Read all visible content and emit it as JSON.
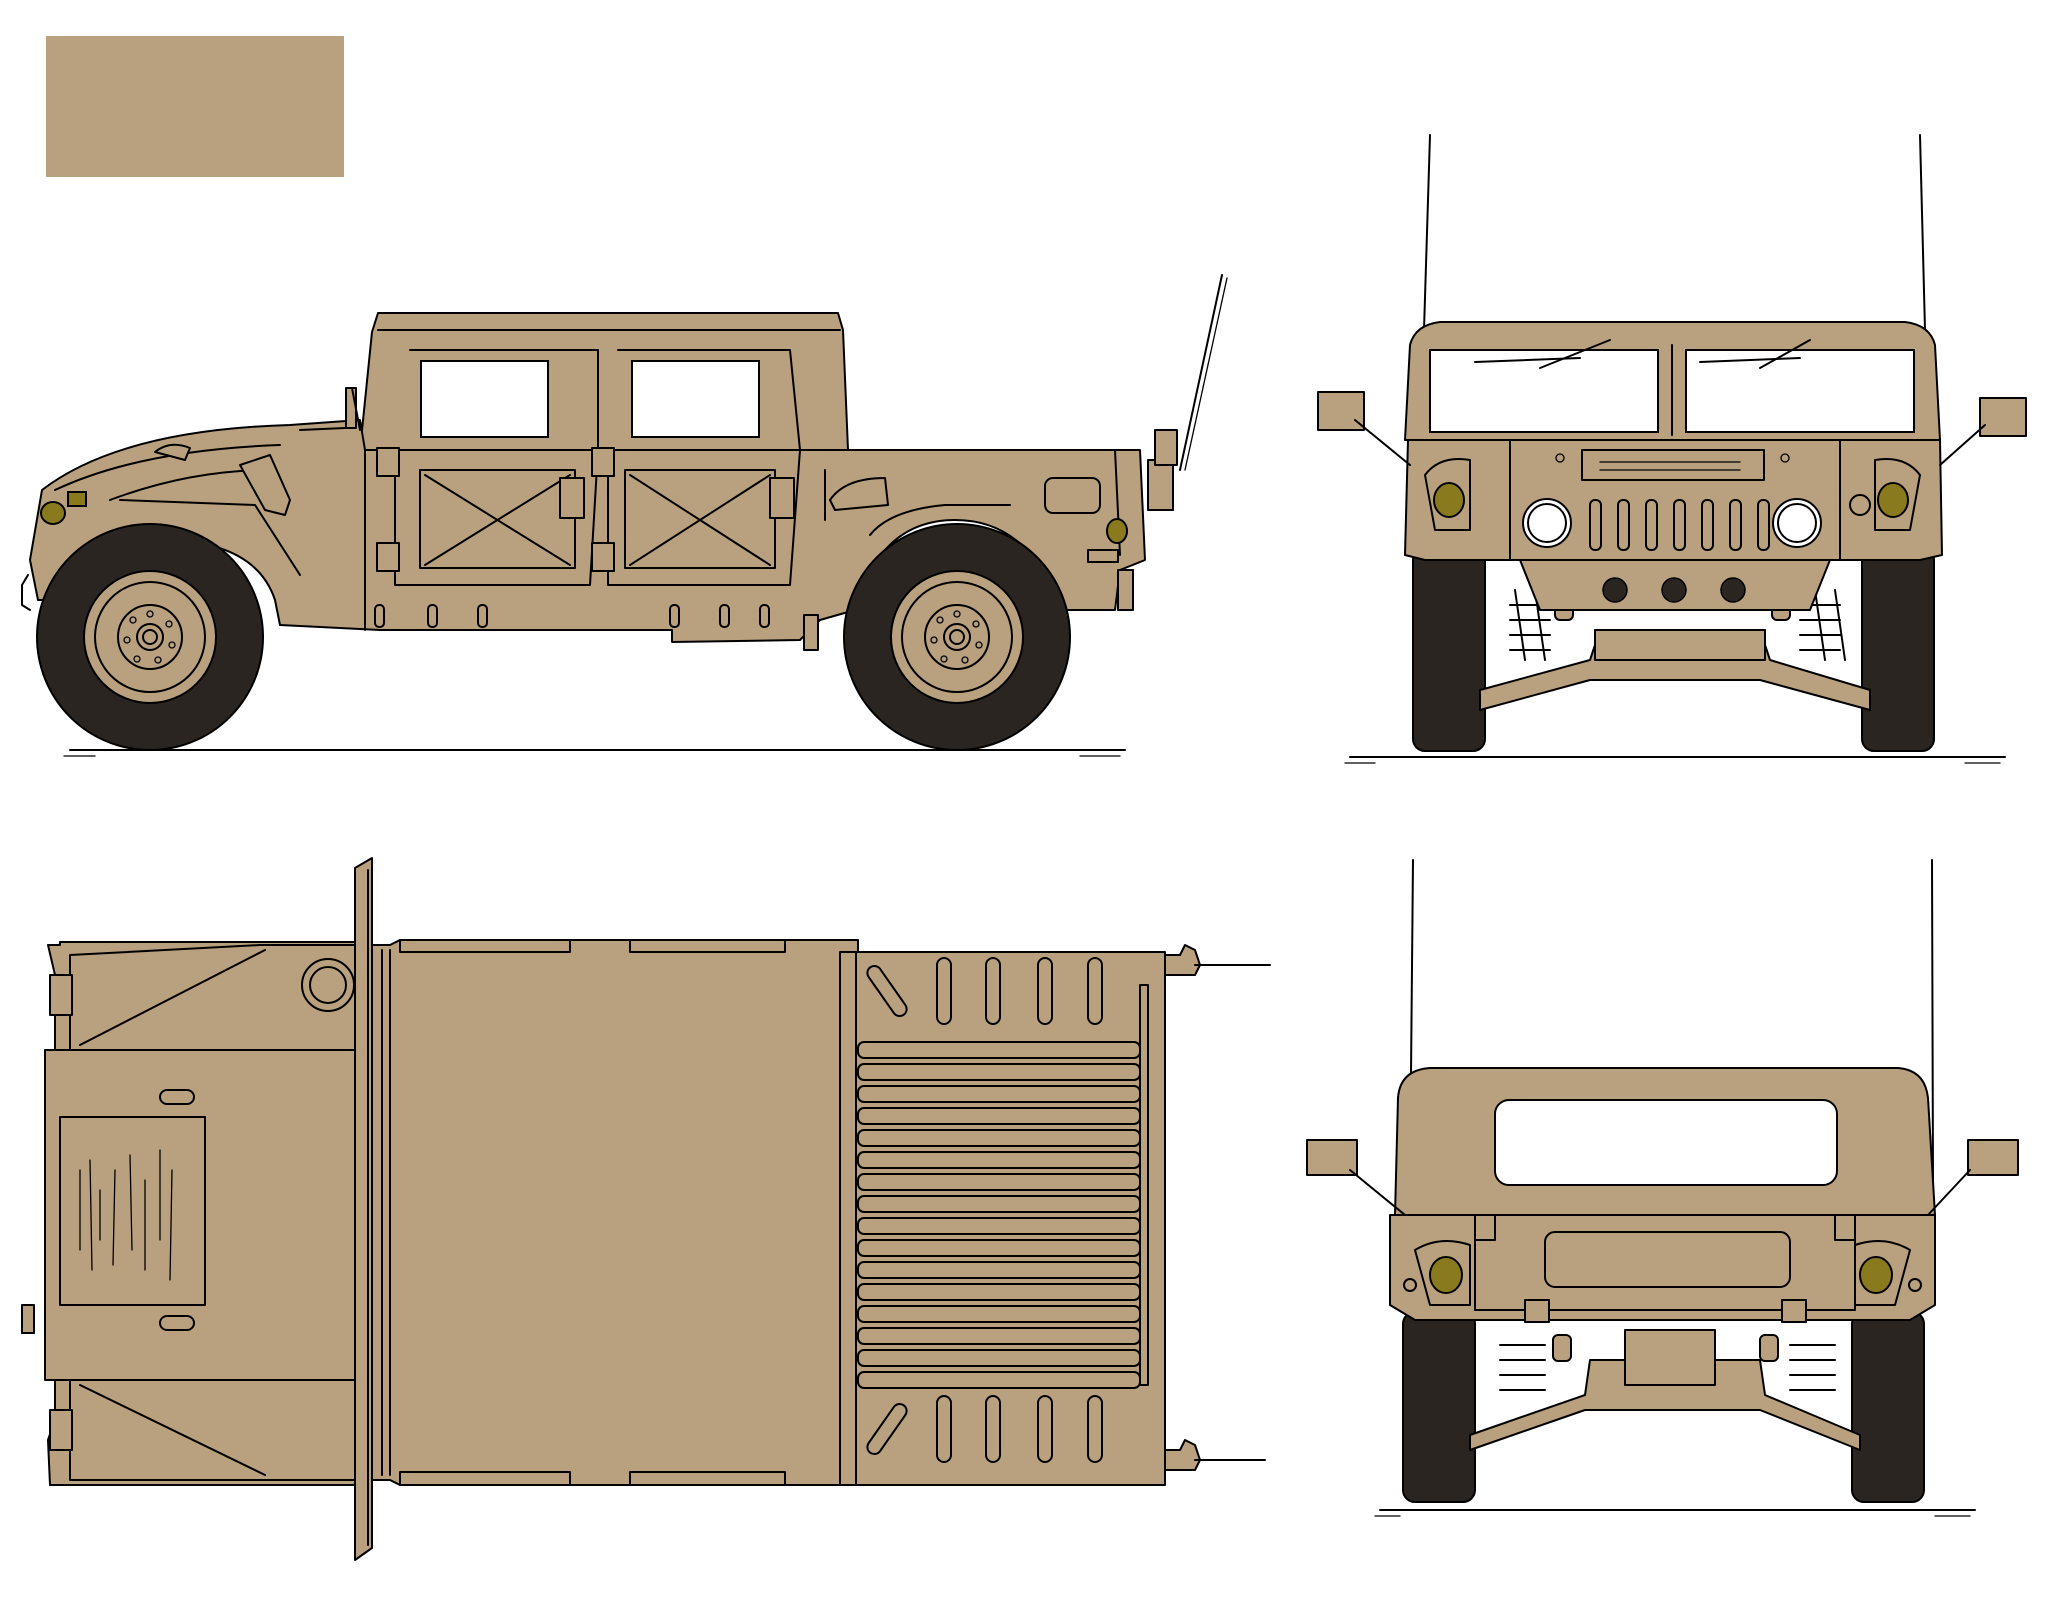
{
  "colors": {
    "body": "#b9a07f",
    "tire": "#2a2520",
    "lamp": "#8a7a1e",
    "glass": "#ffffff",
    "line": "#000000"
  },
  "swatch": {
    "color": "#b9a07f"
  },
  "views": [
    {
      "id": "side",
      "label": ""
    },
    {
      "id": "front",
      "label": ""
    },
    {
      "id": "top",
      "label": ""
    },
    {
      "id": "rear",
      "label": ""
    }
  ]
}
